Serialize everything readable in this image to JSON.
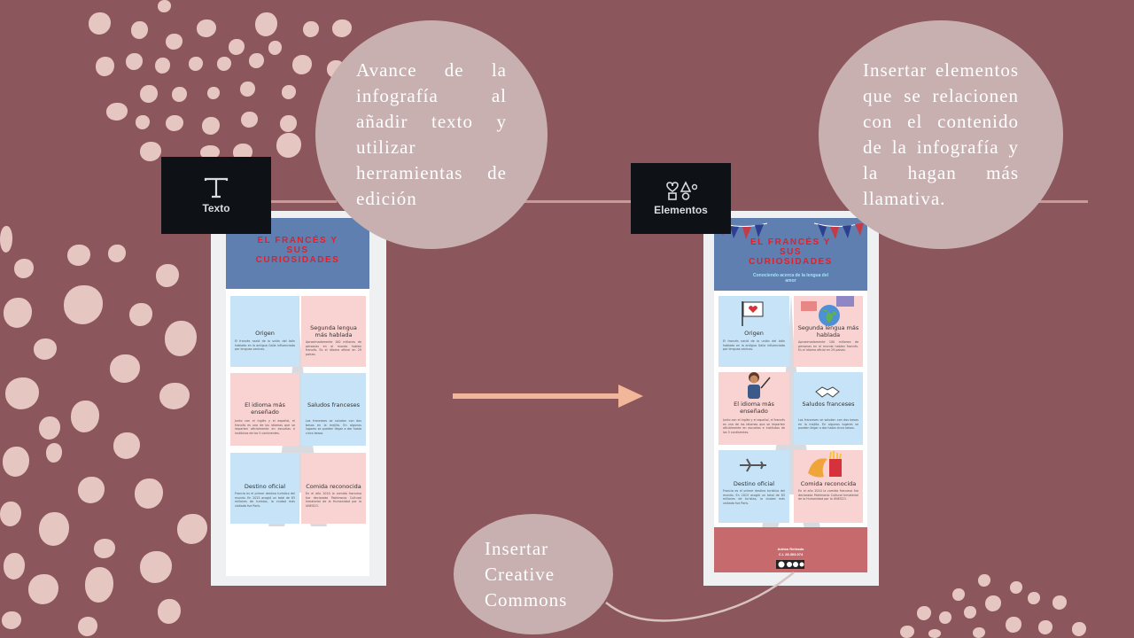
{
  "bubbles": {
    "left": "Avance de la infografía al añadir texto y utilizar herramientas de edición",
    "right": "Insertar elementos que se relacionen con el contenido de la infografía y la hagan más llamativa.",
    "bottom": "Insertar Creative Commons"
  },
  "tools": {
    "text_label": "Texto",
    "elements_label": "Elementos"
  },
  "infographic": {
    "title": "EL FRANCÉS Y SUS CURIOSIDADES",
    "subtitle": "Conociendo acerca de la lengua del amor",
    "tiles": [
      {
        "heading": "Origen",
        "body": "El francés nació de la unión del latín hablado en la antigua Galia influenciado por lenguas vecinas."
      },
      {
        "heading": "Segunda lengua más hablada",
        "body": "Aproximadamente 100 millones de personas en el mundo hablan francés. Es el idioma oficial en 29 países."
      },
      {
        "heading": "El idioma más enseñado",
        "body": "Junto con el inglés y el español, el francés es uno de los idiomas que se imparten oficialmente en escuelas e institutos de los 5 continentes."
      },
      {
        "heading": "Saludos franceses",
        "body": "Los franceses se saludan con dos besos en la mejilla. En algunos lugares se pueden llegar a dar hasta cinco besos."
      },
      {
        "heading": "Destino oficial",
        "body": "Francia es el primer destino turístico del mundo. En 2015 acogió un total de 83 millones de turistas, la ciudad más visitada fue París."
      },
      {
        "heading": "Comida reconocida",
        "body": "En el año 2010 la comida francesa fue declarada Patrimonio Cultural Inmaterial de la Humanidad por la UNESCO."
      }
    ],
    "footer_author": "Adrian Retirado",
    "footer_id": "C.I. 28.303.074"
  },
  "colors": {
    "background": "#8b565c",
    "bubble": "#c8b0b1",
    "dots": "#e6c6c0",
    "header": "#5f7fb1",
    "title": "#e0202a",
    "tile_blue": "#c6e3f7",
    "tile_pink": "#f9d2d2",
    "footer": "#c66a6d",
    "arrow": "#f2b79a"
  }
}
